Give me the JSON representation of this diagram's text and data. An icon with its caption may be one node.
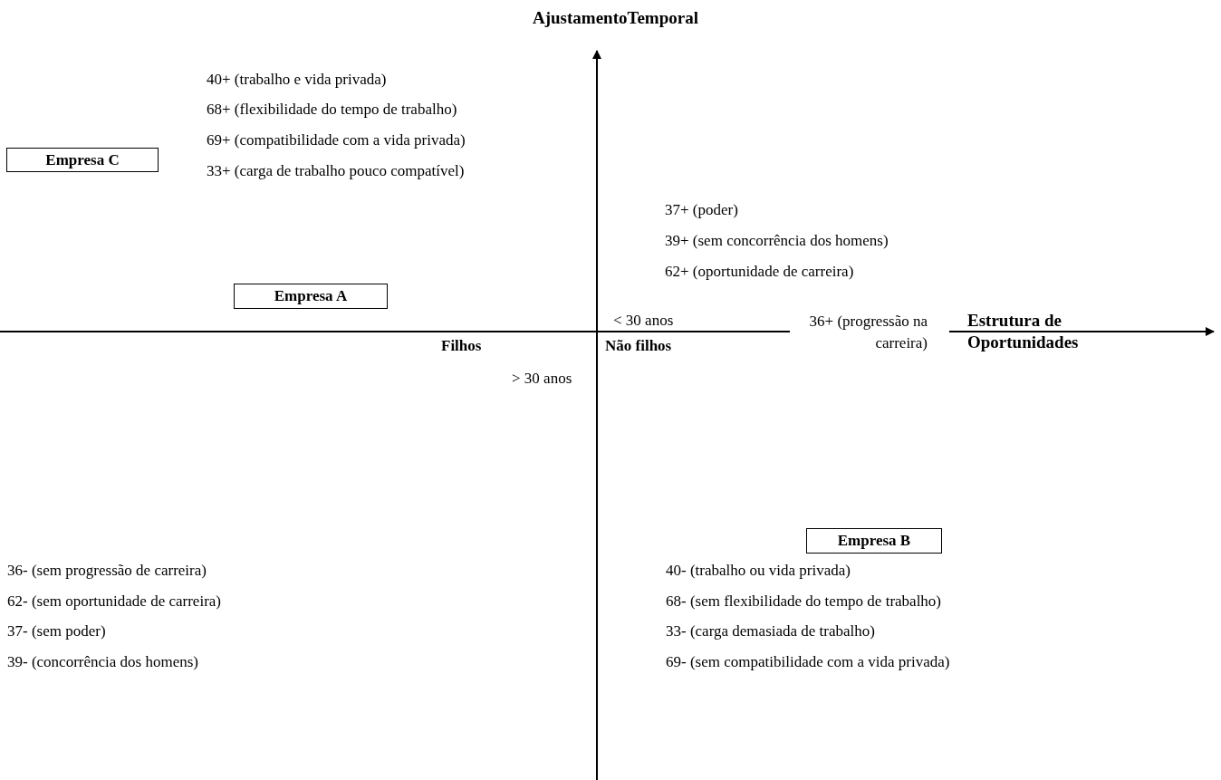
{
  "diagram": {
    "nodes": [
      {
        "text": [
          "Empresa C"
        ]
      },
      {
        "text": [
          "Empresa A"
        ]
      },
      {
        "text": [
          "Empresa B"
        ]
      }
    ],
    "labels": [
      "AjustamentoTemporal",
      "40+ (trabalho e vida privada)",
      "68+ (flexibilidade do tempo de trabalho)",
      "69+ (compatibilidade com a vida privada)",
      "33+ (carga de trabalho pouco compatível)",
      "37+ (poder)",
      "39+ (sem concorrência dos homens)",
      "62+ (oportunidade de carreira)",
      "< 30 anos",
      "36+ (progressão na carreira)",
      "Estrutura de Oportunidades",
      "Filhos",
      "Não filhos",
      "> 30 anos",
      "36- (sem progressão de carreira)",
      "62- (sem oportunidade de carreira)",
      "37- (sem poder)",
      "39- (concorrência dos homens)",
      "40- (trabalho ou vida privada)",
      "68- (sem flexibilidade do tempo de trabalho)",
      "33- (carga demasiada de trabalho)",
      "69- (sem compatibilidade com a vida privada)"
    ]
  }
}
